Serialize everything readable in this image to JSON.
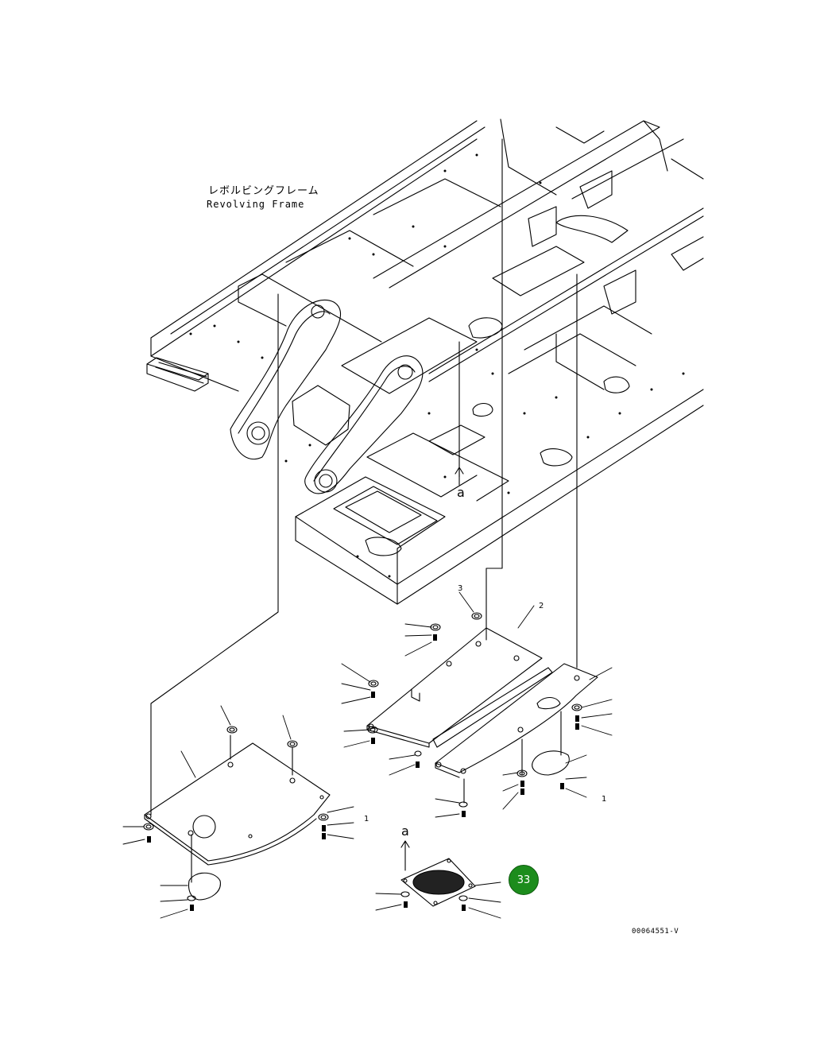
{
  "diagram": {
    "title_jp": "レボルビングフレーム",
    "title_en": "Revolving Frame",
    "view_label": "a",
    "drawing_code": "00064551-V",
    "callout_badge": "33",
    "badge_color": "#1c8c1c",
    "part_numbers": {
      "n1": "1",
      "n2": "2",
      "n3": "3"
    }
  }
}
